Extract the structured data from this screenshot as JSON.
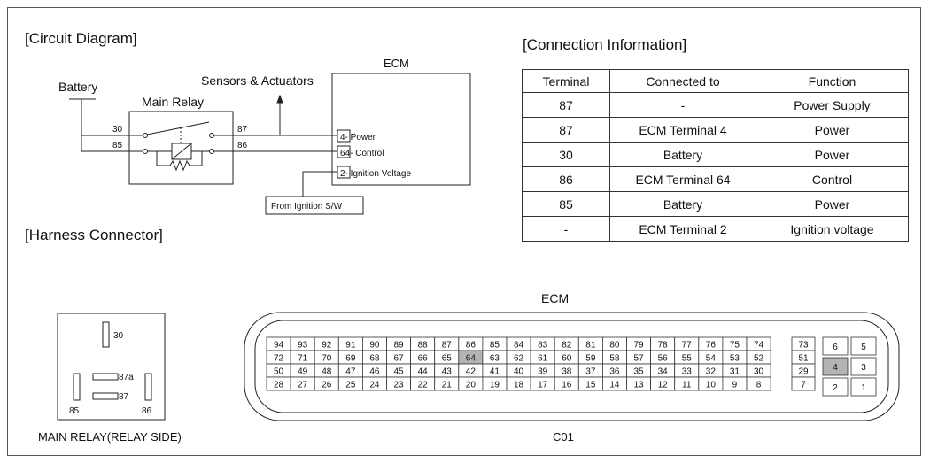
{
  "headings": {
    "circuit": "[Circuit Diagram]",
    "connection": "[Connection Information]",
    "harness": "[Harness Connector]"
  },
  "circuit": {
    "battery": "Battery",
    "main_relay": "Main Relay",
    "sensors": "Sensors & Actuators",
    "ecm": "ECM",
    "pin30": "30",
    "pin85": "85",
    "pin87": "87",
    "pin86": "86",
    "ecm_pin_power": "4- Power",
    "ecm_pin_control": "64- Control",
    "ecm_pin_ign": "2-  Ignition Voltage",
    "ignition_sw": "From Ignition S/W"
  },
  "connection_table": {
    "headers": [
      "Terminal",
      "Connected to",
      "Function"
    ],
    "rows": [
      [
        "87",
        "-",
        "Power Supply"
      ],
      [
        "87",
        "ECM Terminal 4",
        "Power"
      ],
      [
        "30",
        "Battery",
        "Power"
      ],
      [
        "86",
        "ECM Terminal 64",
        "Control"
      ],
      [
        "85",
        "Battery",
        "Power"
      ],
      [
        "-",
        "ECM Terminal 2",
        "Ignition voltage"
      ]
    ]
  },
  "relay_connector": {
    "caption": "MAIN RELAY(RELAY SIDE)",
    "pin30": "30",
    "pin87a": "87a",
    "pin87": "87",
    "pin85": "85",
    "pin86": "86"
  },
  "ecm_connector": {
    "label": "ECM",
    "connector_id": "C01",
    "rows": [
      [
        "94",
        "93",
        "92",
        "91",
        "90",
        "89",
        "88",
        "87",
        "86",
        "85",
        "84",
        "83",
        "82",
        "81",
        "80",
        "79",
        "78",
        "77",
        "76",
        "75",
        "74"
      ],
      [
        "72",
        "71",
        "70",
        "69",
        "68",
        "67",
        "66",
        "65",
        "64",
        "63",
        "62",
        "61",
        "60",
        "59",
        "58",
        "57",
        "56",
        "55",
        "54",
        "53",
        "52"
      ],
      [
        "50",
        "49",
        "48",
        "47",
        "46",
        "45",
        "44",
        "43",
        "42",
        "41",
        "40",
        "39",
        "38",
        "37",
        "36",
        "35",
        "34",
        "33",
        "32",
        "31",
        "30"
      ],
      [
        "28",
        "27",
        "26",
        "25",
        "24",
        "23",
        "22",
        "21",
        "20",
        "19",
        "18",
        "17",
        "16",
        "15",
        "14",
        "13",
        "12",
        "11",
        "10",
        "9",
        "8"
      ]
    ],
    "side_column": [
      "73",
      "51",
      "29",
      "7"
    ],
    "right_block": [
      [
        "6",
        "5"
      ],
      [
        "4",
        "3"
      ],
      [
        "2",
        "1"
      ]
    ],
    "highlighted": [
      "64",
      "4"
    ],
    "highlight_color": "#b4b4b4"
  }
}
